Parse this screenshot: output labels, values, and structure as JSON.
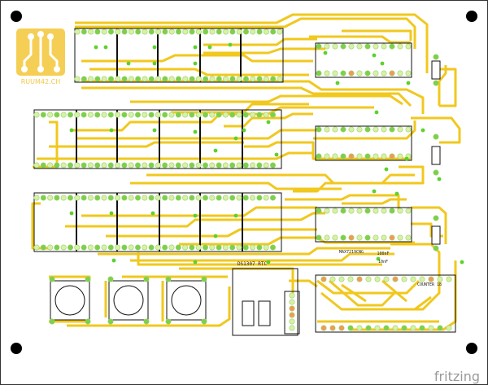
{
  "board": {
    "logo_text": "RUUM42.CH",
    "rtc_label": "DS1307 RTC",
    "driver_label_1": "MAX7219CNG",
    "cap_label_1": "100nF",
    "cap_label_2": "10nF",
    "counter_label": "COUNTER 18",
    "watermark": "fritzing"
  },
  "colors": {
    "trace": "#f0c81e",
    "pad_green": "#7cd04a",
    "pad_light": "#d8f0a8",
    "pad_orange": "#f29a55",
    "via": "#5cd22a",
    "silk": "#111111",
    "logo_bg": "#f5cf55"
  }
}
